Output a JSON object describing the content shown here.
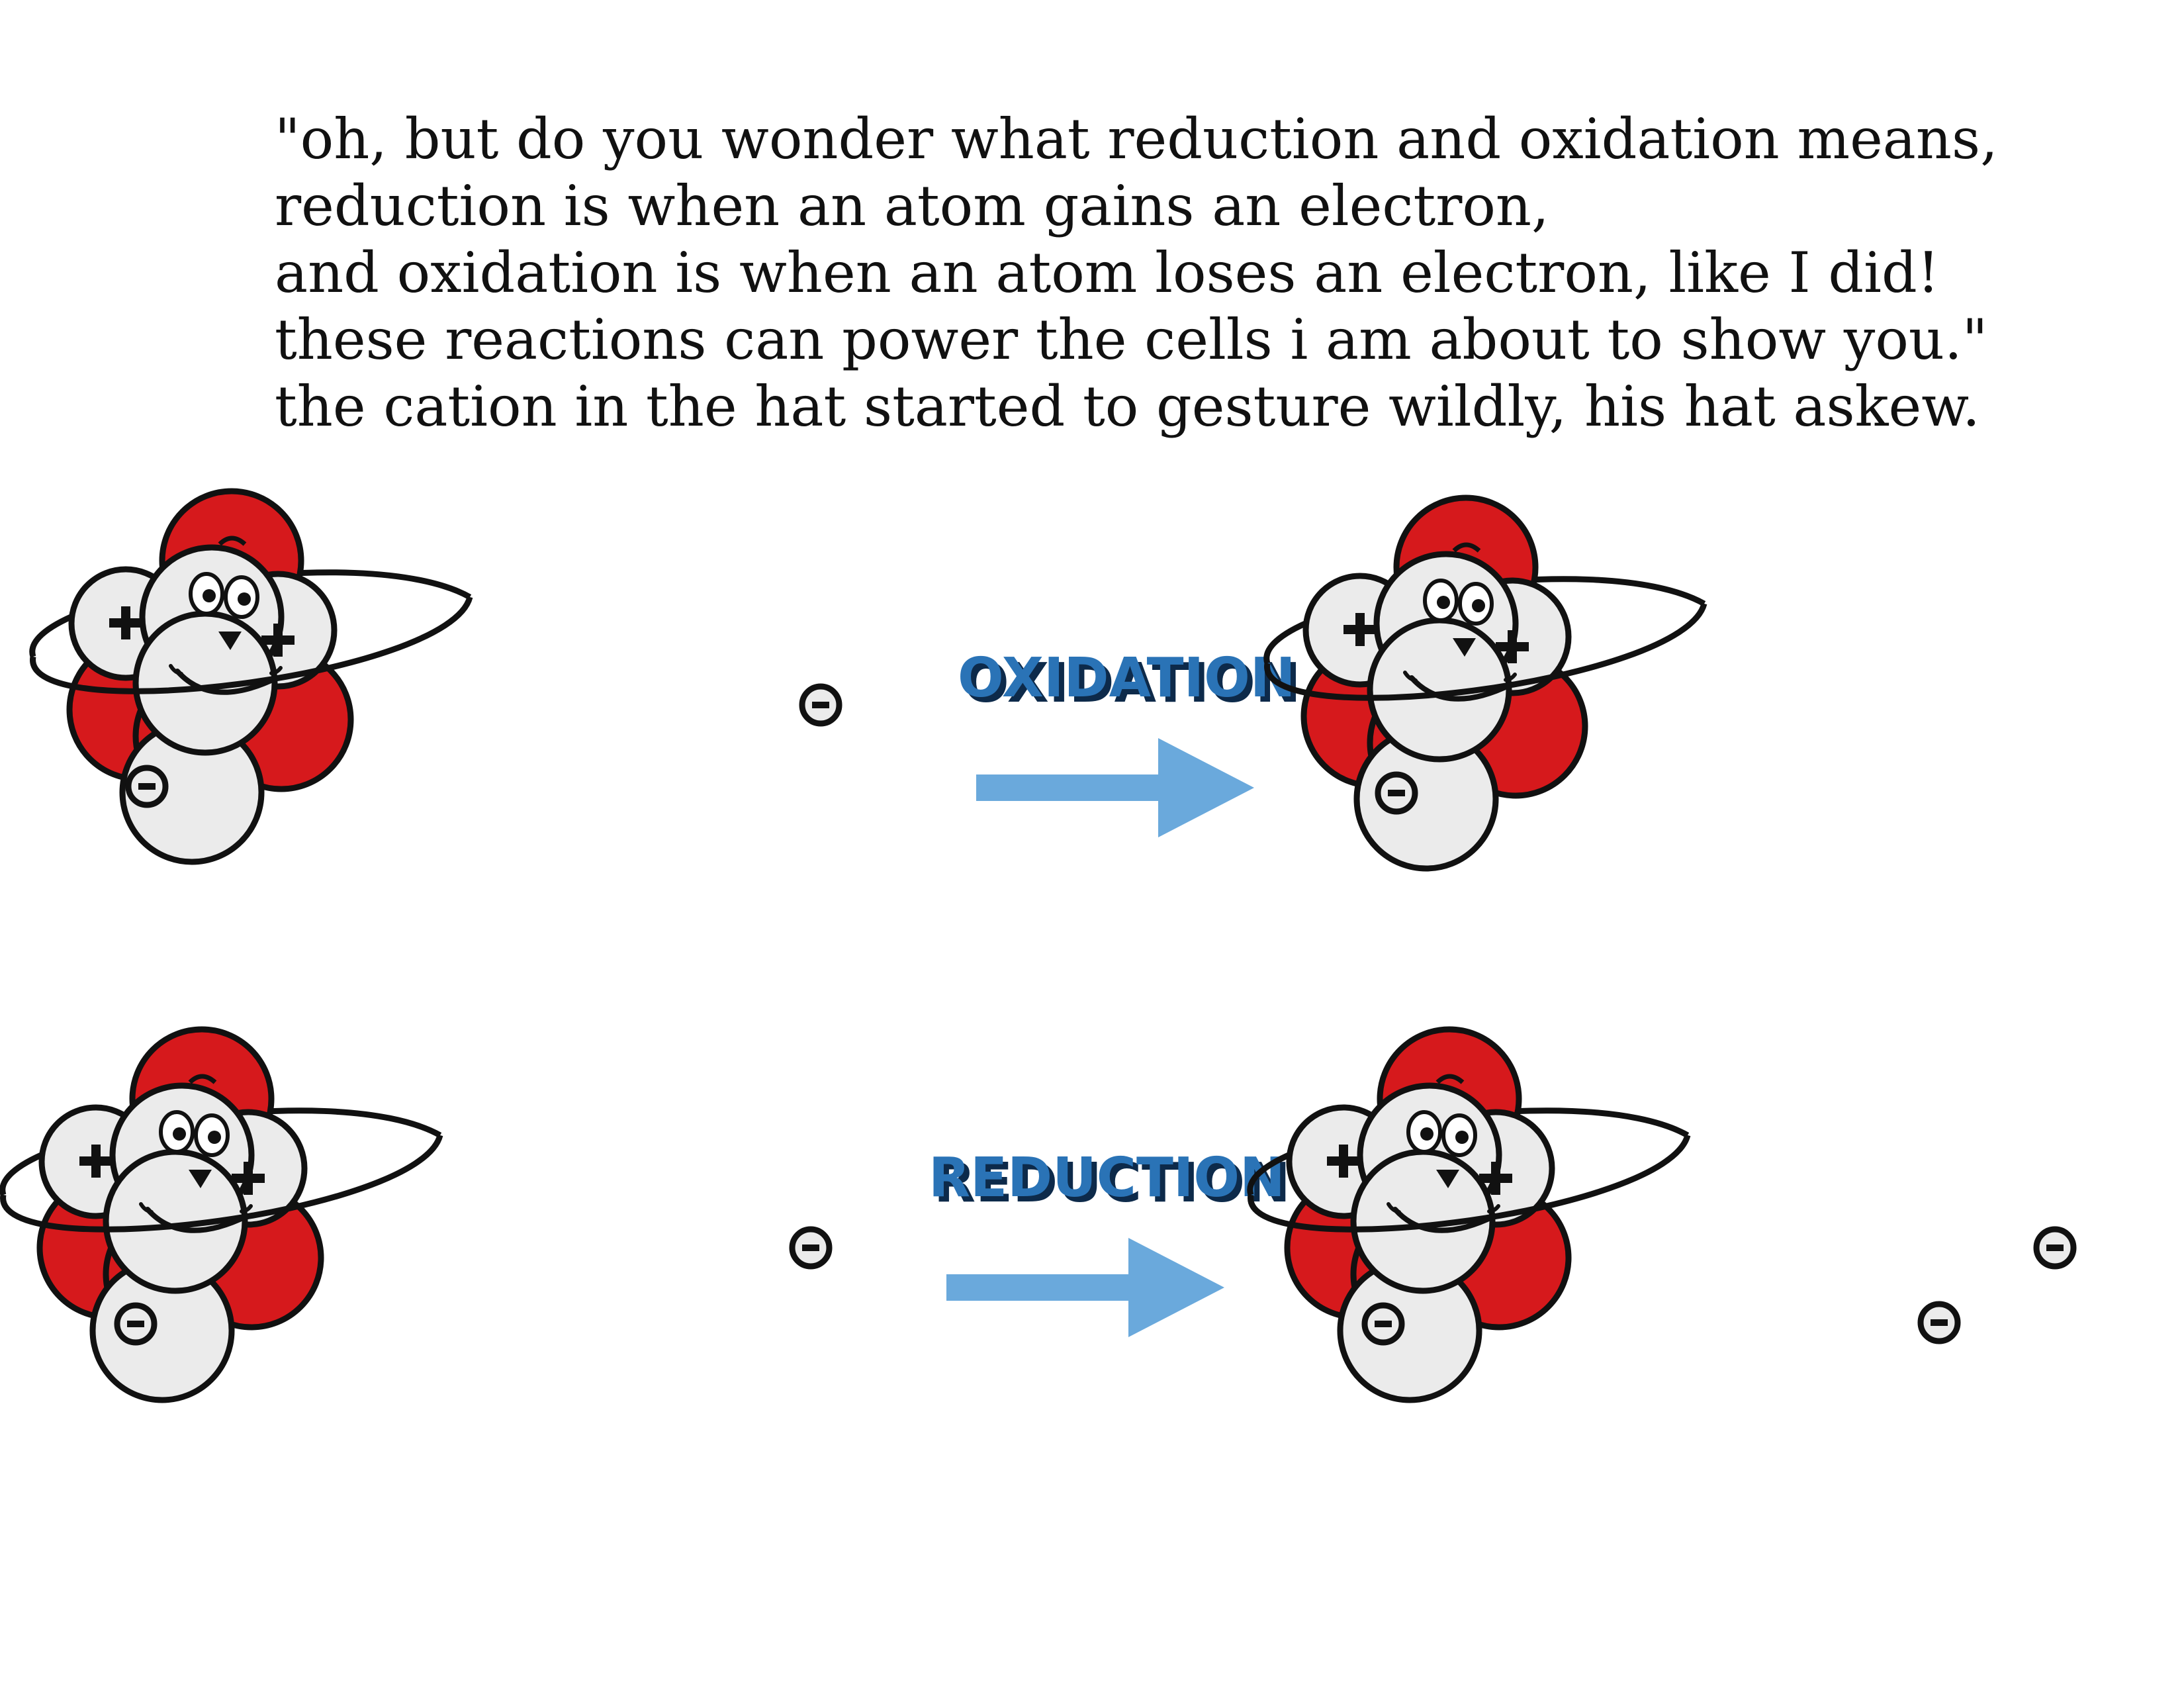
{
  "story": {
    "lines": [
      "\"oh, but do you wonder what reduction and oxidation means,",
      "reduction is when an atom gains an electron,",
      "and oxidation is when an atom loses an electron, like I did!",
      "these reactions can power the cells i am about to show you.\"",
      "the cation in the hat started to gesture wildly, his hat askew."
    ]
  },
  "reactions": [
    {
      "label": "OXIDATION",
      "before": {
        "electrons": 2
      },
      "after": {
        "electrons": 1
      }
    },
    {
      "label": "REDUCTION",
      "before": {
        "electrons": 2
      },
      "after": {
        "electrons": 3
      }
    }
  ],
  "symbols": {
    "proton": "+",
    "electron": "-"
  },
  "colors": {
    "red_nucleon": "#d6191c",
    "grey_nucleon": "#ebebeb",
    "outline": "#111111",
    "arrow": "#6aa9dc",
    "label_fill": "#2a73b6",
    "label_shadow": "#0d2a4a"
  },
  "icons": {
    "arrow": "right-arrow-icon"
  }
}
